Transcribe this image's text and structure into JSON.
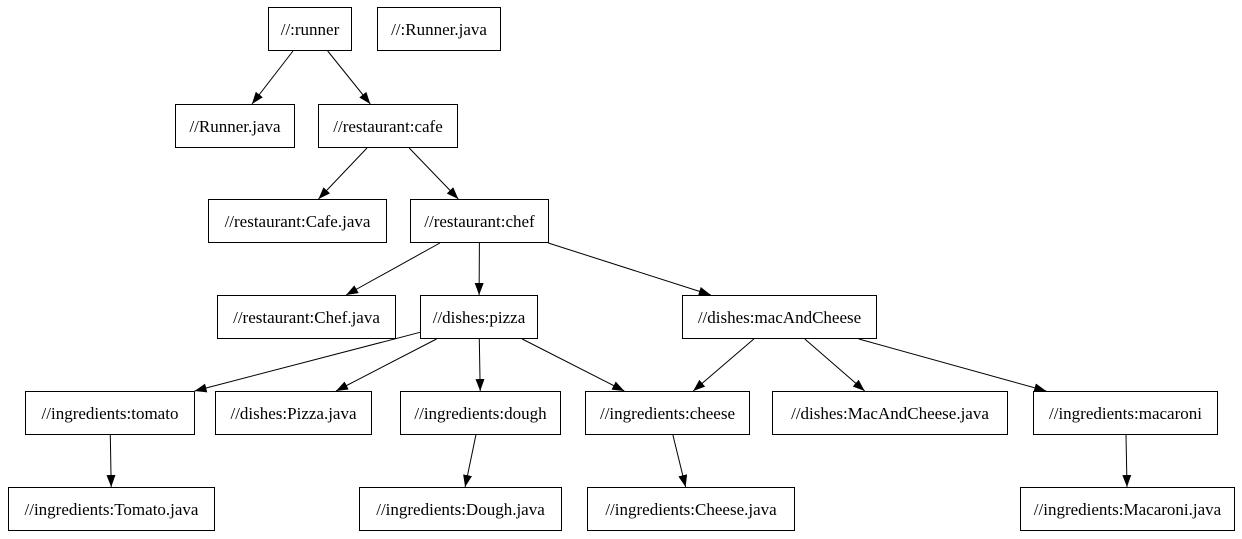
{
  "diagram": {
    "type": "dependency-graph",
    "background_color": "#ffffff",
    "node_fill_color": "#ffffff",
    "node_border_color": "#000000",
    "edge_color": "#000000",
    "text_color": "#000000",
    "nodes": [
      {
        "id": "runner",
        "label": "//:runner"
      },
      {
        "id": "runner_java_root",
        "label": "//:Runner.java"
      },
      {
        "id": "runner_java",
        "label": "//Runner.java"
      },
      {
        "id": "cafe",
        "label": "//restaurant:cafe"
      },
      {
        "id": "cafe_java",
        "label": "//restaurant:Cafe.java"
      },
      {
        "id": "chef",
        "label": "//restaurant:chef"
      },
      {
        "id": "chef_java",
        "label": "//restaurant:Chef.java"
      },
      {
        "id": "pizza",
        "label": "//dishes:pizza"
      },
      {
        "id": "mac_and_cheese",
        "label": "//dishes:macAndCheese"
      },
      {
        "id": "tomato",
        "label": "//ingredients:tomato"
      },
      {
        "id": "pizza_java",
        "label": "//dishes:Pizza.java"
      },
      {
        "id": "dough",
        "label": "//ingredients:dough"
      },
      {
        "id": "cheese",
        "label": "//ingredients:cheese"
      },
      {
        "id": "mac_and_cheese_java",
        "label": "//dishes:MacAndCheese.java"
      },
      {
        "id": "macaroni",
        "label": "//ingredients:macaroni"
      },
      {
        "id": "tomato_java",
        "label": "//ingredients:Tomato.java"
      },
      {
        "id": "dough_java",
        "label": "//ingredients:Dough.java"
      },
      {
        "id": "cheese_java",
        "label": "//ingredients:Cheese.java"
      },
      {
        "id": "macaroni_java",
        "label": "//ingredients:Macaroni.java"
      }
    ],
    "edges": [
      {
        "from": "runner",
        "to": "runner_java"
      },
      {
        "from": "runner",
        "to": "cafe"
      },
      {
        "from": "cafe",
        "to": "cafe_java"
      },
      {
        "from": "cafe",
        "to": "chef"
      },
      {
        "from": "chef",
        "to": "chef_java"
      },
      {
        "from": "chef",
        "to": "pizza"
      },
      {
        "from": "chef",
        "to": "mac_and_cheese"
      },
      {
        "from": "pizza",
        "to": "tomato"
      },
      {
        "from": "pizza",
        "to": "pizza_java"
      },
      {
        "from": "pizza",
        "to": "dough"
      },
      {
        "from": "pizza",
        "to": "cheese"
      },
      {
        "from": "mac_and_cheese",
        "to": "cheese"
      },
      {
        "from": "mac_and_cheese",
        "to": "mac_and_cheese_java"
      },
      {
        "from": "mac_and_cheese",
        "to": "macaroni"
      },
      {
        "from": "tomato",
        "to": "tomato_java"
      },
      {
        "from": "dough",
        "to": "dough_java"
      },
      {
        "from": "cheese",
        "to": "cheese_java"
      },
      {
        "from": "macaroni",
        "to": "macaroni_java"
      }
    ]
  }
}
